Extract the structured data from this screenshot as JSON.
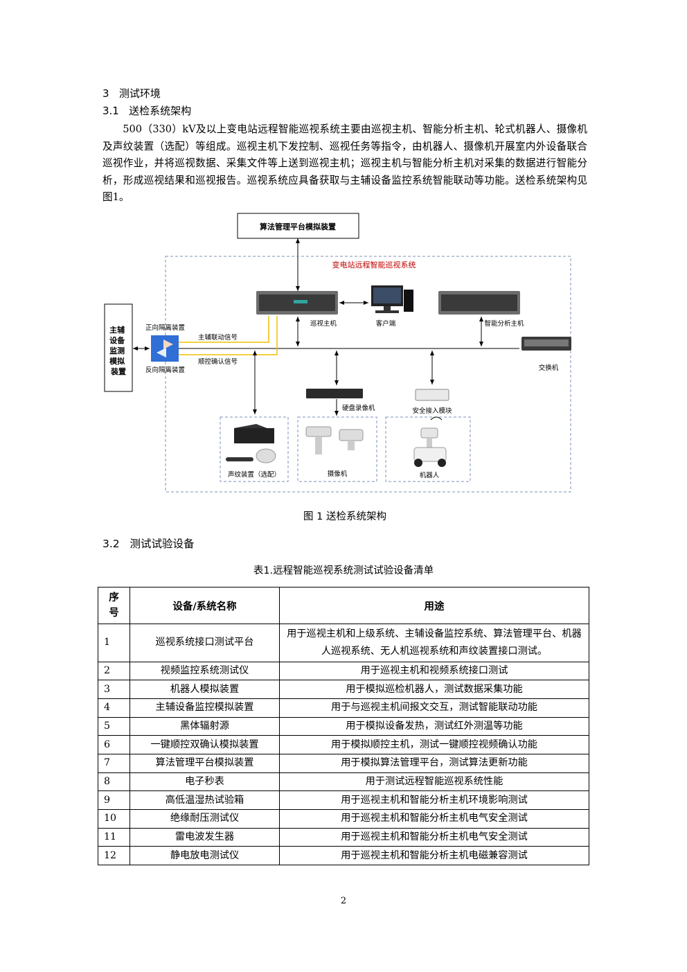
{
  "section": {
    "num": "3",
    "title": "测试环境"
  },
  "sub1": {
    "num": "3.1",
    "title": "送检系统架构"
  },
  "paragraph": "500（330）kV及以上变电站远程智能巡视系统主要由巡视主机、智能分析主机、轮式机器人、摄像机及声纹装置（选配）等组成。巡视主机下发控制、巡视任务等指令，由机器人、摄像机开展室内外设备联合巡视作业，并将巡视数据、采集文件等上送到巡视主机；巡视主机与智能分析主机对采集的数据进行智能分析，形成巡视结果和巡视报告。巡视系统应具备获取与主辅设备监控系统智能联动等功能。送检系统架构见图1。",
  "figure": {
    "algo_box": "算法管理平台模拟装置",
    "system_title": "变电站远程智能巡视系统",
    "aux_box": "主辅设备监测模拟装置",
    "forward_iso": "正向隔离装置",
    "reverse_iso": "反向隔离装置",
    "signal1": "主辅联动信号",
    "signal2": "顺控确认信号",
    "patrol_host": "巡视主机",
    "client": "客户端",
    "analysis_host": "智能分析主机",
    "switch": "交换机",
    "nvr": "硬盘录像机",
    "access_module": "安全接入模块",
    "acoustic": "声纹装置（选配）",
    "camera": "摄像机",
    "robot": "机器人",
    "caption": "图 1    送检系统架构"
  },
  "sub2": {
    "num": "3.2",
    "title": "测试试验设备"
  },
  "table": {
    "caption": "表1.远程智能巡视系统测试试验设备清单",
    "headers": [
      "序号",
      "设备/系统名称",
      "用途"
    ],
    "rows": [
      [
        "1",
        "巡视系统接口测试平台",
        "用于巡视主机和上级系统、主辅设备监控系统、算法管理平台、机器人巡视系统、无人机巡视系统和声纹装置接口测试。"
      ],
      [
        "2",
        "视频监控系统测试仪",
        "用于巡视主机和视频系统接口测试"
      ],
      [
        "3",
        "机器人模拟装置",
        "用于模拟巡检机器人，测试数据采集功能"
      ],
      [
        "4",
        "主辅设备监控模拟装置",
        "用于与巡视主机间报文交互，测试智能联动功能"
      ],
      [
        "5",
        "黑体辐射源",
        "用于模拟设备发热，测试红外测温等功能"
      ],
      [
        "6",
        "一键顺控双确认模拟装置",
        "用于模拟顺控主机，测试一键顺控视频确认功能"
      ],
      [
        "7",
        "算法管理平台模拟装置",
        "用于模拟算法管理平台，测试算法更新功能"
      ],
      [
        "8",
        "电子秒表",
        "用于测试远程智能巡视系统性能"
      ],
      [
        "9",
        "高低温湿热试验箱",
        "用于巡视主机和智能分析主机环境影响测试"
      ],
      [
        "10",
        "绝缘耐压测试仪",
        "用于巡视主机和智能分析主机电气安全测试"
      ],
      [
        "11",
        "雷电波发生器",
        "用于巡视主机和智能分析主机电气安全测试"
      ],
      [
        "12",
        "静电放电测试仪",
        "用于巡视主机和智能分析主机电磁兼容测试"
      ]
    ]
  },
  "page_number": "2",
  "colors": {
    "system_title": "#c00000",
    "signal_line": "#f0c000",
    "dashed": "#7b8fb8"
  }
}
